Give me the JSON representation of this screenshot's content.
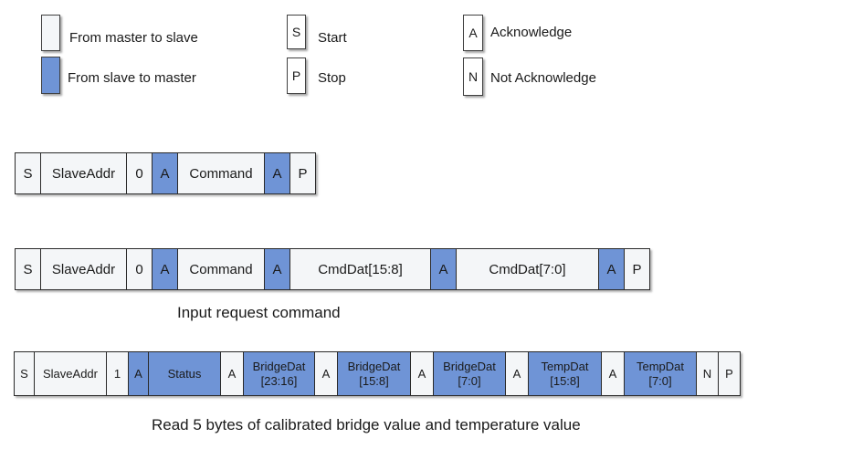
{
  "legend": {
    "master_to_slave": "From master to slave",
    "slave_to_master": "From slave to master",
    "start_code": "S",
    "start_label": "Start",
    "stop_code": "P",
    "stop_label": "Stop",
    "ack_code": "A",
    "ack_label": "Acknowledge",
    "nack_code": "N",
    "nack_label": "Not Acknowledge"
  },
  "colors": {
    "master_to_slave": "#f4f6f8",
    "slave_to_master": "#6f94d6"
  },
  "frames": [
    {
      "fields": [
        {
          "label": "S",
          "dir": "master"
        },
        {
          "label": "SlaveAddr",
          "dir": "master"
        },
        {
          "label": "0",
          "dir": "master"
        },
        {
          "label": "A",
          "dir": "slave"
        },
        {
          "label": "Command",
          "dir": "master"
        },
        {
          "label": "A",
          "dir": "slave"
        },
        {
          "label": "P",
          "dir": "master"
        }
      ]
    },
    {
      "fields": [
        {
          "label": "S",
          "dir": "master"
        },
        {
          "label": "SlaveAddr",
          "dir": "master"
        },
        {
          "label": "0",
          "dir": "master"
        },
        {
          "label": "A",
          "dir": "slave"
        },
        {
          "label": "Command",
          "dir": "master"
        },
        {
          "label": "A",
          "dir": "slave"
        },
        {
          "label": "CmdDat[15:8]",
          "dir": "master"
        },
        {
          "label": "A",
          "dir": "slave"
        },
        {
          "label": "CmdDat[7:0]",
          "dir": "master"
        },
        {
          "label": "A",
          "dir": "slave"
        },
        {
          "label": "P",
          "dir": "master"
        }
      ],
      "caption": "Input request command"
    },
    {
      "fields": [
        {
          "label": "S",
          "dir": "master"
        },
        {
          "label": "SlaveAddr",
          "dir": "master"
        },
        {
          "label": "1",
          "dir": "master"
        },
        {
          "label": "A",
          "dir": "slave"
        },
        {
          "label": "Status",
          "dir": "slave"
        },
        {
          "label": "A",
          "dir": "master"
        },
        {
          "label": "BridgeDat",
          "sub": "[23:16]",
          "dir": "slave"
        },
        {
          "label": "A",
          "dir": "master"
        },
        {
          "label": "BridgeDat",
          "sub": "[15:8]",
          "dir": "slave"
        },
        {
          "label": "A",
          "dir": "master"
        },
        {
          "label": "BridgeDat",
          "sub": "[7:0]",
          "dir": "slave"
        },
        {
          "label": "A",
          "dir": "master"
        },
        {
          "label": "TempDat",
          "sub": "[15:8]",
          "dir": "slave"
        },
        {
          "label": "A",
          "dir": "master"
        },
        {
          "label": "TempDat",
          "sub": "[7:0]",
          "dir": "slave"
        },
        {
          "label": "N",
          "dir": "master"
        },
        {
          "label": "P",
          "dir": "master"
        }
      ],
      "caption": "Read 5 bytes of calibrated bridge value and temperature value"
    }
  ]
}
